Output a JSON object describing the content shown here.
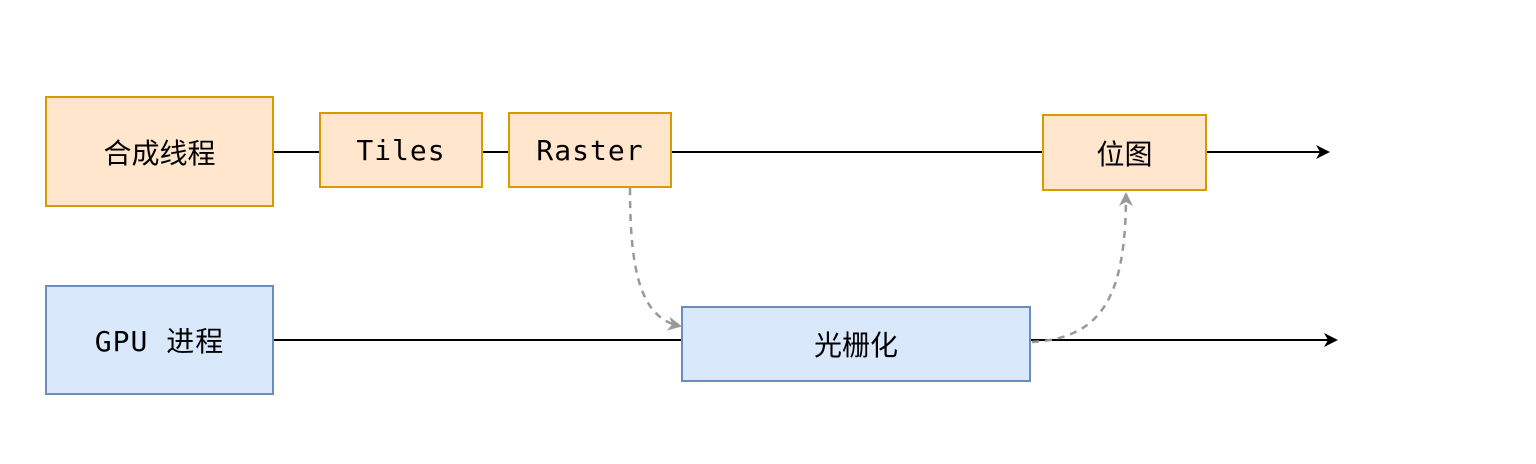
{
  "colors": {
    "orange_fill": "#ffe6cc",
    "orange_stroke": "#d79b00",
    "blue_fill": "#dae8fc",
    "blue_stroke": "#6c8ebf",
    "dashed_arrow": "#999999",
    "line": "#000000"
  },
  "lanes": {
    "compositor": {
      "label": "合成线程"
    },
    "gpu": {
      "label": "GPU 进程"
    }
  },
  "nodes": {
    "tiles": {
      "label": "Tiles"
    },
    "raster": {
      "label": "Raster"
    },
    "bitmap": {
      "label": "位图"
    },
    "rasterize": {
      "label": "光栅化"
    }
  }
}
